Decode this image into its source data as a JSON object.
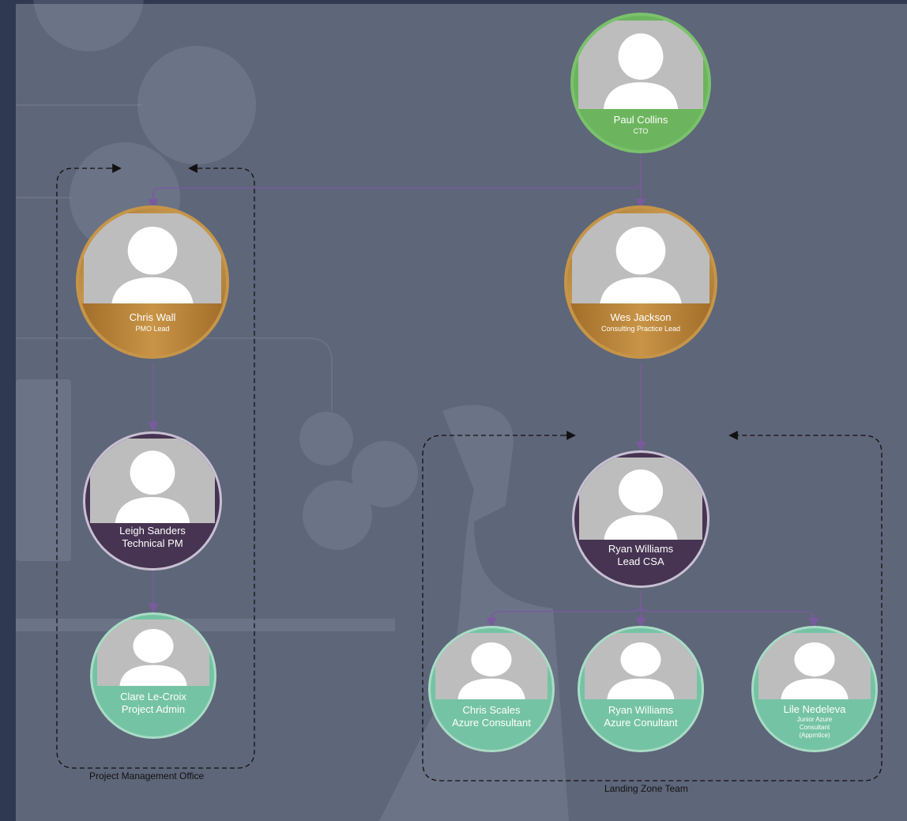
{
  "people": {
    "paul": {
      "name": "Paul Collins",
      "role": "CTO"
    },
    "chris_wall": {
      "name": "Chris Wall",
      "role": "PMO Lead"
    },
    "wes": {
      "name": "Wes Jackson",
      "role": "Consulting Practice Lead"
    },
    "leigh": {
      "name": "Leigh Sanders",
      "role": "Technical PM"
    },
    "ryan_lead": {
      "name": "Ryan Williams",
      "role": "Lead CSA"
    },
    "clare": {
      "name": "Clare Le-Croix",
      "role": "Project Admin"
    },
    "chris_scales": {
      "name": "Chris Scales",
      "role": "Azure Consultant"
    },
    "ryan_consult": {
      "name": "Ryan Williams",
      "role": "Azure Conultant"
    },
    "lile": {
      "name": "Lile Nedeleva",
      "role_lines": [
        "Junior Azure",
        "Consultant",
        "(Apprntice)"
      ]
    }
  },
  "groups": {
    "pmo": {
      "label": "Project Management Office"
    },
    "landing_zone": {
      "label": "Landing Zone Team"
    }
  },
  "colors": {
    "background": "#5e6679",
    "connector": "#7a5a9e",
    "executive": "#6cb55e",
    "lead": "#c69548",
    "manager": "#463452",
    "staff": "#75c3a5"
  }
}
